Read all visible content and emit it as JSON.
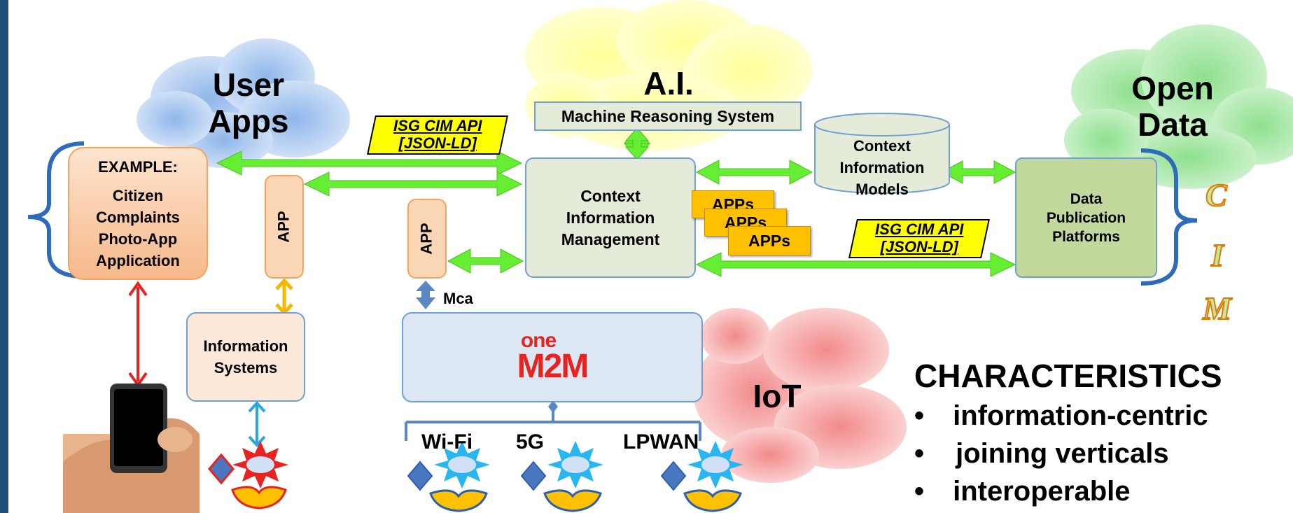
{
  "clouds": {
    "user_apps": "User\nApps",
    "ai": "A.I.",
    "open_data": "Open\nData",
    "iot": "IoT"
  },
  "api_labels": {
    "left": "ISG CIM API\n[JSON-LD]",
    "right": "ISG CIM API\n[JSON-LD]"
  },
  "boxes": {
    "machine_reasoning": "Machine Reasoning System",
    "example_title": "EXAMPLE:",
    "example_body": "Citizen\nComplaints\nPhoto-App\nApplication",
    "app_left": "APP",
    "app_middle": "APP",
    "context_management": "Context\nInformation\nManagement",
    "context_models": "Context\nInformation\nModels",
    "data_publication": "Data\nPublication\nPlatforms",
    "apps_stack": [
      "APPs",
      "APPs",
      "APPs"
    ],
    "information_systems": "Information\nSystems",
    "mca": "Mca",
    "onem2m_logo_top": "one",
    "onem2m_logo_bottom": "M2M"
  },
  "networks": [
    "Wi-Fi",
    "5G",
    "LPWAN"
  ],
  "cim_letters": [
    "C",
    "I",
    "M"
  ],
  "characteristics": {
    "heading": "CHARACTERISTICS",
    "items": [
      "information-centric",
      "joining verticals",
      "interoperable"
    ]
  },
  "colors": {
    "green_arrow": "#66ee33",
    "brace_blue": "#2e6bb8",
    "left_bar": "#1f4e79"
  }
}
